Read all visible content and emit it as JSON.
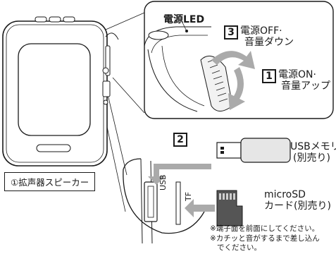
{
  "callout": {
    "led_label": "電源LED",
    "step3": {
      "number": "3",
      "line1": "電源OFF·",
      "line2": "音量ダウン"
    },
    "step1": {
      "number": "1",
      "line1": "電源ON·",
      "line2": "音量アップ"
    }
  },
  "step2": {
    "number": "2"
  },
  "usb_memory": {
    "line1": "USBメモリ",
    "line2": "(別売り)"
  },
  "microsd": {
    "line1": "microSD",
    "line2": "カード(別売り)"
  },
  "slot_labels": {
    "usb": "USB",
    "tf": "TF"
  },
  "device_label": "①拡声器スピーカー",
  "notes": [
    "※端子面を前面にしてください。",
    "※カチッと音がするまで差し込ん",
    "でください。"
  ],
  "colors": {
    "arrow": "#aaaaaa",
    "line": "#1a1a1a",
    "grille": "#ffffff",
    "device_body": "#ffffff"
  }
}
